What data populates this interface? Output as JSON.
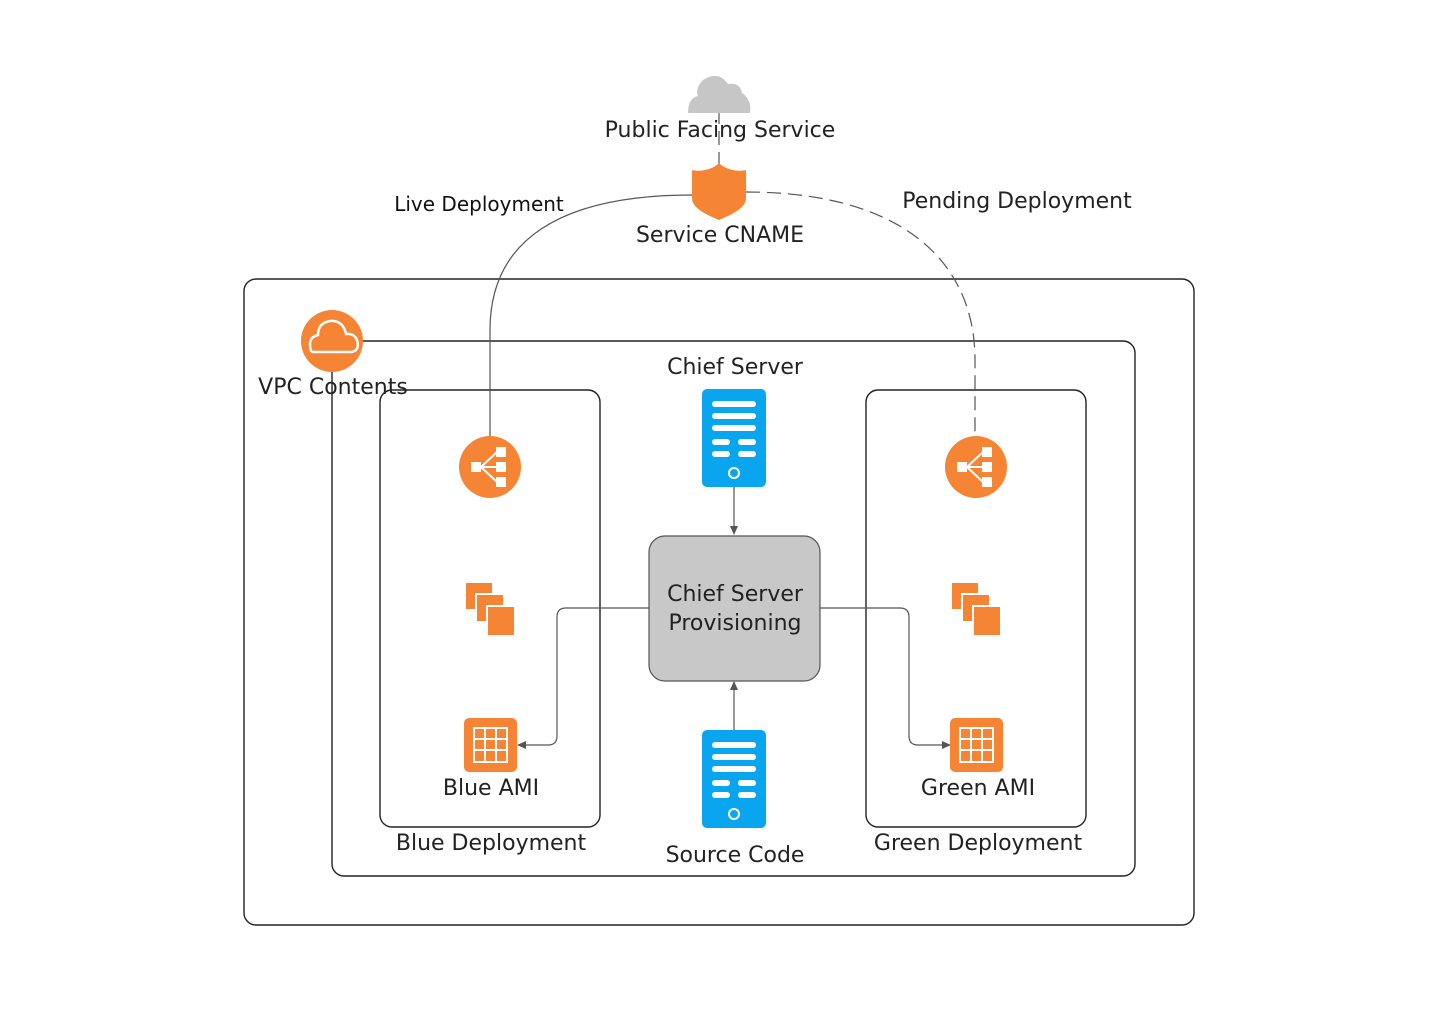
{
  "diagram": {
    "public_service": "Public Facing Service",
    "service_cname": "Service CNAME",
    "live_deployment": "Live Deployment",
    "pending_deployment": "Pending Deployment",
    "vpc_contents": "VPC Contents",
    "chief_server": "Chief Server",
    "provisioning_line1": "Chief Server",
    "provisioning_line2": "Provisioning",
    "source_code": "Source Code",
    "blue_ami": "Blue AMI",
    "green_ami": "Green AMI",
    "blue_deployment": "Blue Deployment",
    "green_deployment": "Green Deployment"
  },
  "icons": {
    "public_service": "cloud-icon",
    "service_cname": "route53-shield-icon",
    "vpc": "vpc-cloud-icon",
    "chief_server": "server-icon",
    "source_code": "server-icon",
    "load_balancer": "load-balancer-icon",
    "instances": "ec2-instances-icon",
    "ami": "ami-icon"
  },
  "colors": {
    "aws_orange": "#f58534",
    "server_blue": "#0aa5ef",
    "provisioning_fill": "#c8c8c8",
    "cloud_gray": "#c6c6c6"
  }
}
